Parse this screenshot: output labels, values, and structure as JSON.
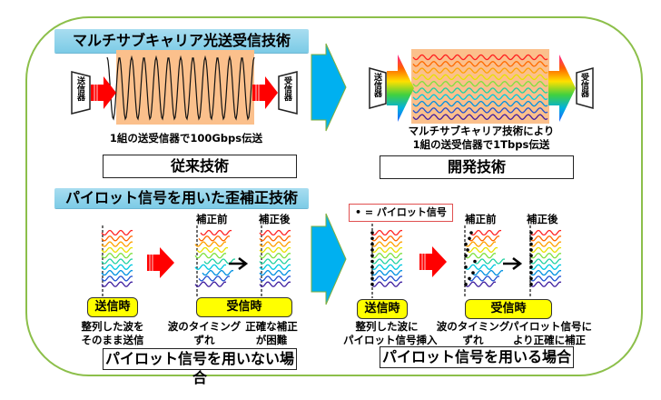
{
  "top": {
    "heading": "マルチサブキャリア光送受信技術",
    "conventional": {
      "transmitter_label": "送信器",
      "receiver_label": "受信器",
      "description": "1組の送受信器で100Gbps伝送",
      "caption": "従来技術"
    },
    "developed": {
      "transmitter_label": "送信器",
      "receiver_label": "受信器",
      "description_line1": "マルチサブキャリア技術により",
      "description_line2": "1組の送受信器で1Tbps伝送",
      "caption": "開発技術"
    }
  },
  "bottom": {
    "heading": "パイロット信号を用いた歪補正技術",
    "without_pilot": {
      "send_label": "送信時",
      "receive_label": "受信時",
      "before_label": "補正前",
      "after_label": "補正後",
      "send_desc_line1": "整列した波を",
      "send_desc_line2": "そのまま送信",
      "timing_desc_line1": "波のタイミング",
      "timing_desc_line2": "ずれ",
      "result_desc_line1": "正確な補正",
      "result_desc_line2": "が困難",
      "caption": "パイロット信号を用いない場合"
    },
    "with_pilot": {
      "legend": "• = パイロット信号",
      "send_label": "送信時",
      "receive_label": "受信時",
      "before_label": "補正前",
      "after_label": "補正後",
      "send_desc_line1": "整列した波に",
      "send_desc_line2": "パイロット信号挿入",
      "timing_desc_line1": "波のタイミング",
      "timing_desc_line2": "ずれ",
      "result_desc_line1": "パイロット信号に",
      "result_desc_line2": "より正確に補正",
      "caption": "パイロット信号を用いる場合"
    }
  },
  "colors": {
    "frame": "#8cbf4a",
    "heading_bg": "#7ccbe6",
    "big_arrow": "#00b0f0",
    "red_arrow": "#ff0000",
    "orange_band": "#fbc08c",
    "label_yellow": "#ffff00",
    "legend_border": "#e05050",
    "wave_spectrum": [
      "#ff2020",
      "#ff6a00",
      "#ffa000",
      "#e8e000",
      "#80e040",
      "#20d0a0",
      "#00c8e0",
      "#0090e0",
      "#2050d0",
      "#4020a0"
    ]
  }
}
